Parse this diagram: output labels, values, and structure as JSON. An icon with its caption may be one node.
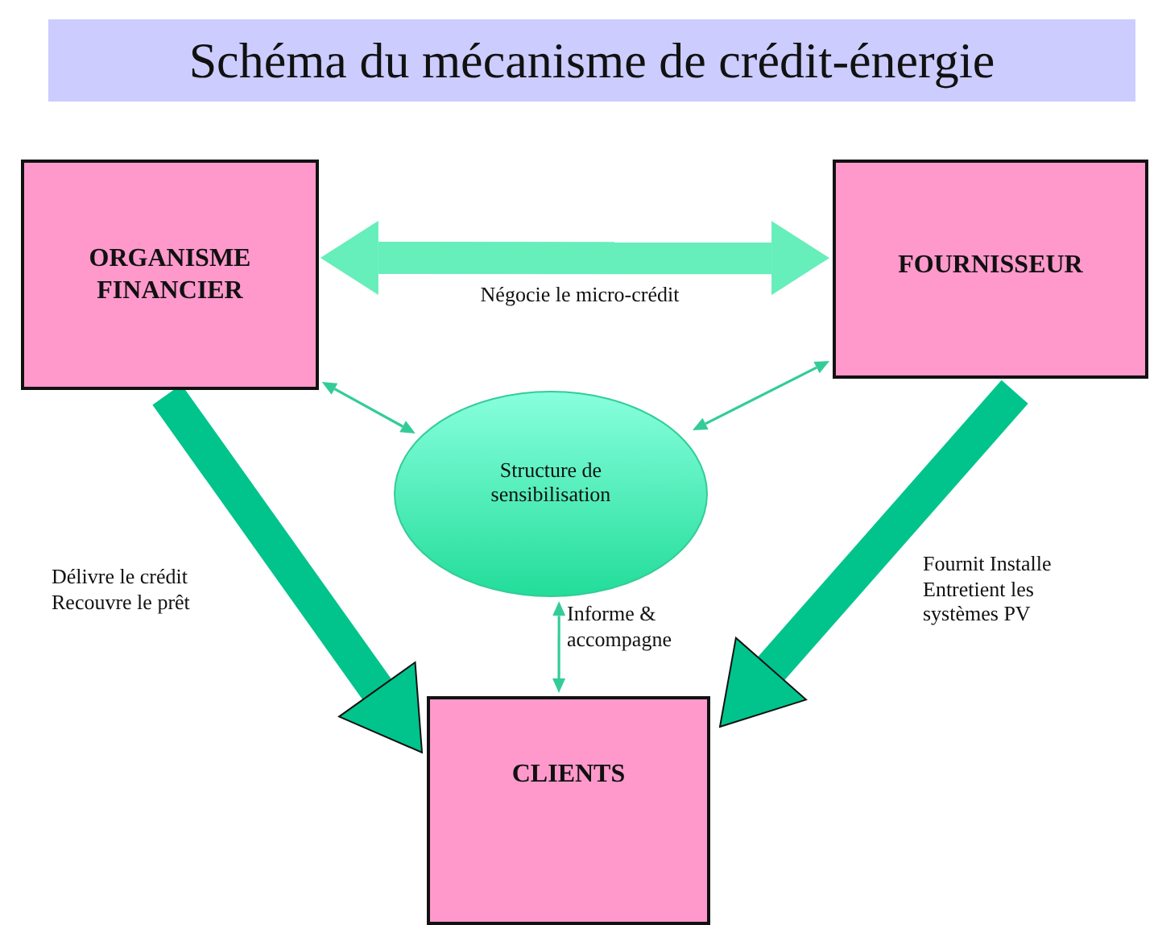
{
  "diagram": {
    "title": "Schéma du mécanisme de crédit-énergie",
    "nodes": [
      {
        "text": [
          "ORGANISME FINANCIER"
        ]
      },
      {
        "text": [
          "FOURNISSEUR"
        ]
      },
      {
        "text": [
          "Structure de sensibilisation"
        ]
      },
      {
        "text": [
          "CLIENTS"
        ]
      }
    ],
    "edges": [
      {
        "from": 0,
        "to": 1,
        "arrow": "both",
        "label": "Négocie le micro-crédit",
        "style": "thick",
        "color": "#66eebb"
      },
      {
        "from": 0,
        "to": 2,
        "arrow": "both"
      },
      {
        "from": 1,
        "to": 2,
        "arrow": "both"
      },
      {
        "from": 0,
        "to": 3,
        "arrow": "to",
        "label": "Délivre le crédit Recouvre le prêt",
        "style": "thick",
        "color": "#00c48c"
      },
      {
        "from": 1,
        "to": 3,
        "arrow": "to",
        "label": "Fournit Installe Entretient les systèmes PV",
        "style": "thick",
        "color": "#00c48c"
      },
      {
        "from": 2,
        "to": 3,
        "arrow": "both",
        "label": "Informe & accompagne"
      }
    ]
  }
}
